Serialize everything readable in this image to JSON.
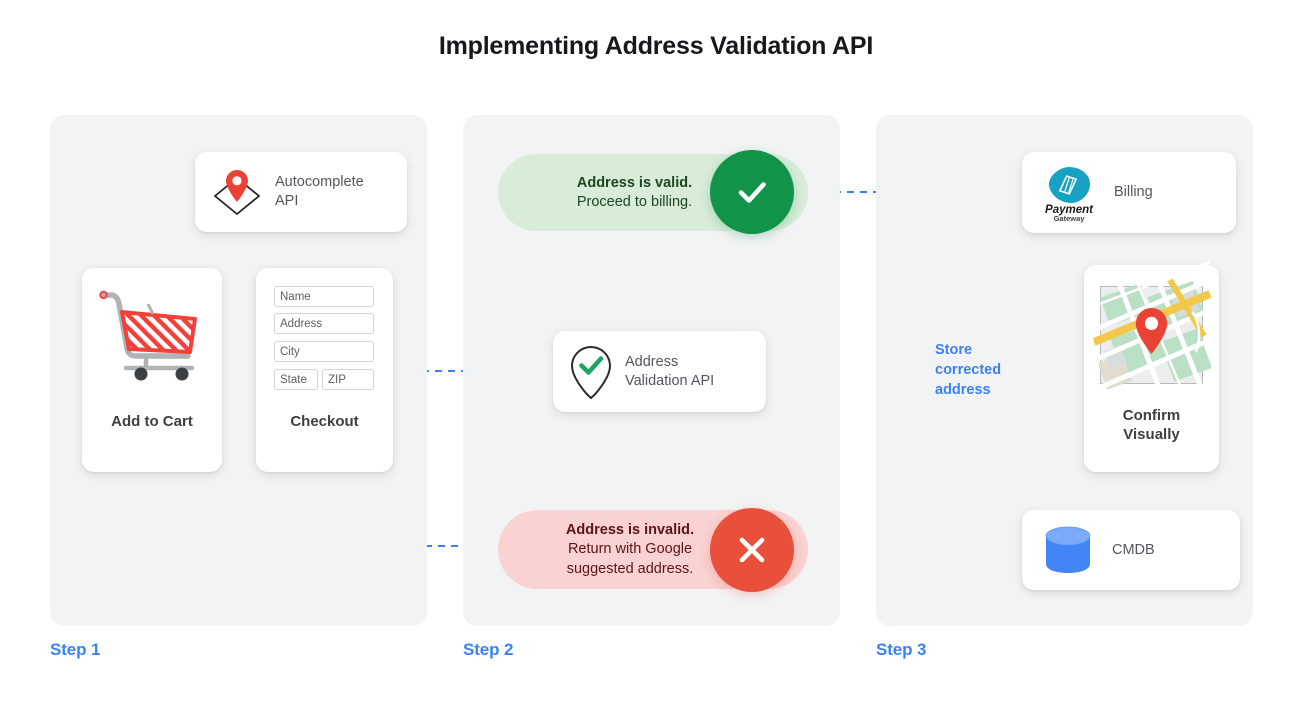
{
  "title": "Implementing Address Validation API",
  "theme": {
    "accent_blue": "#3b82f6",
    "panel_bg": "#f2f3f4",
    "page_bg": "#ffffff",
    "success_pill_bg": "#d8ecd9",
    "success_badge": "#11944a",
    "error_pill_bg": "#f9d2d1",
    "error_badge": "#e8503c",
    "pin_red": "#ea4335",
    "db_blue": "#4285f4",
    "payment_teal": "#17a2c4",
    "text_dark": "#3c4043"
  },
  "steps": [
    {
      "label": "Step 1"
    },
    {
      "label": "Step 2"
    },
    {
      "label": "Step 3"
    }
  ],
  "step1": {
    "autocomplete": {
      "icon": "map-pin-diamond-icon",
      "line1": "Autocomplete",
      "line2": "API"
    },
    "cart": {
      "icon": "shopping-cart-icon",
      "label": "Add to Cart"
    },
    "checkout": {
      "label": "Checkout",
      "fields": [
        {
          "name": "name-field",
          "placeholder": "Name"
        },
        {
          "name": "address-field",
          "placeholder": "Address"
        },
        {
          "name": "city-field",
          "placeholder": "City"
        },
        {
          "name": "state-field",
          "placeholder": "State"
        },
        {
          "name": "zip-field",
          "placeholder": "ZIP"
        }
      ]
    }
  },
  "step2": {
    "valid": {
      "icon": "check-circle-icon",
      "headline": "Address is valid.",
      "subline": "Proceed to billing."
    },
    "validation_api": {
      "icon": "pin-check-icon",
      "line1": "Address",
      "line2": "Validation API"
    },
    "invalid": {
      "icon": "x-circle-icon",
      "headline": "Address is invalid.",
      "subline1": "Return with Google",
      "subline2": "suggested address."
    }
  },
  "step3": {
    "billing": {
      "icon": "payment-gateway-logo",
      "logo_line1": "Payment",
      "logo_line2": "Gateway",
      "label": "Billing"
    },
    "confirm": {
      "icon": "map-thumbnail-icon",
      "label_line1": "Confirm",
      "label_line2": "Visually"
    },
    "cmdb": {
      "icon": "database-cylinder-icon",
      "label": "CMDB"
    },
    "store_note": {
      "line1": "Store",
      "line2": "corrected",
      "line3": "address"
    }
  },
  "flows": [
    {
      "name": "cart-to-checkout",
      "from": "Add to Cart",
      "to": "Checkout",
      "style": "dashed-arrow"
    },
    {
      "name": "checkout-autocomplete-both",
      "from": "Checkout",
      "to": "Autocomplete API",
      "style": "dashed-double-arrow"
    },
    {
      "name": "checkout-to-validation",
      "from": "Checkout",
      "to": "Address Validation API",
      "style": "dashed-arrow"
    },
    {
      "name": "validation-to-valid",
      "from": "Address Validation API",
      "to": "Address is valid.",
      "style": "dashed-arrow"
    },
    {
      "name": "validation-to-invalid",
      "from": "Address Validation API",
      "to": "Address is invalid.",
      "style": "dashed-arrow"
    },
    {
      "name": "invalid-back-to-checkout",
      "from": "Address is invalid.",
      "to": "Checkout",
      "style": "dashed-arrow"
    },
    {
      "name": "valid-to-billing",
      "from": "Address is valid.",
      "to": "Billing",
      "style": "dashed-arrow"
    },
    {
      "name": "billing-to-confirm",
      "from": "Billing",
      "to": "Confirm Visually",
      "style": "dashed-arrow"
    },
    {
      "name": "store-corrected-to-cmdb",
      "from": "Billing flow",
      "to": "CMDB",
      "style": "dashed-arrow"
    }
  ]
}
